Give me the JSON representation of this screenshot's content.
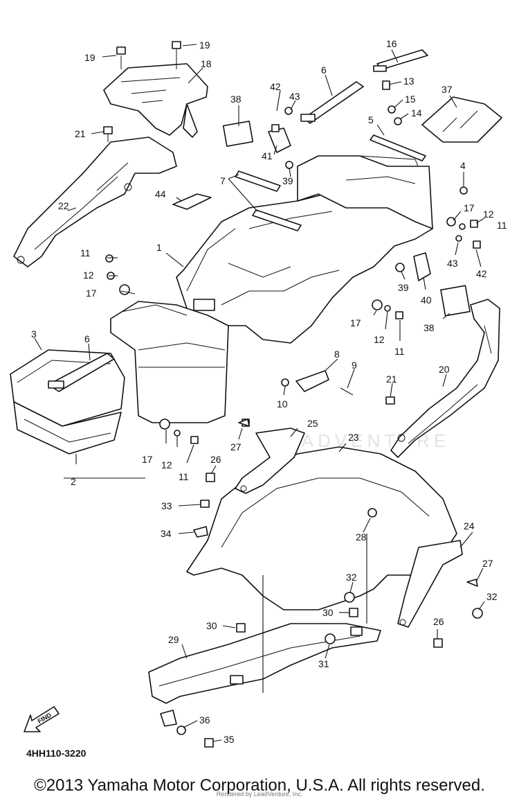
{
  "diagram_code": "4HH110-3220",
  "watermark": "LEADVENTURE",
  "find_label": "FIND",
  "copyright": "©2013 Yamaha Motor Corporation, U.S.A. All rights reserved.",
  "rendered_by": "Rendered by LeadVenture, Inc.",
  "callouts": [
    {
      "id": "c19a",
      "text": "19"
    },
    {
      "id": "c19b",
      "text": "19"
    },
    {
      "id": "c18",
      "text": "18"
    },
    {
      "id": "c21a",
      "text": "21"
    },
    {
      "id": "c22",
      "text": "22"
    },
    {
      "id": "c16",
      "text": "16"
    },
    {
      "id": "c6a",
      "text": "6"
    },
    {
      "id": "c13",
      "text": "13"
    },
    {
      "id": "c42a",
      "text": "42"
    },
    {
      "id": "c43a",
      "text": "43"
    },
    {
      "id": "c15",
      "text": "15"
    },
    {
      "id": "c14",
      "text": "14"
    },
    {
      "id": "c37",
      "text": "37"
    },
    {
      "id": "c38a",
      "text": "38"
    },
    {
      "id": "c5",
      "text": "5"
    },
    {
      "id": "c41",
      "text": "41"
    },
    {
      "id": "c39a",
      "text": "39"
    },
    {
      "id": "c4",
      "text": "4"
    },
    {
      "id": "c7",
      "text": "7"
    },
    {
      "id": "c44",
      "text": "44"
    },
    {
      "id": "c17a",
      "text": "17"
    },
    {
      "id": "c12a",
      "text": "12"
    },
    {
      "id": "c11a",
      "text": "11"
    },
    {
      "id": "c1",
      "text": "1"
    },
    {
      "id": "c43b",
      "text": "43"
    },
    {
      "id": "c42b",
      "text": "42"
    },
    {
      "id": "c11b",
      "text": "11"
    },
    {
      "id": "c12b",
      "text": "12"
    },
    {
      "id": "c17b",
      "text": "17"
    },
    {
      "id": "c39b",
      "text": "39"
    },
    {
      "id": "c40",
      "text": "40"
    },
    {
      "id": "c38b",
      "text": "38"
    },
    {
      "id": "c17c",
      "text": "17"
    },
    {
      "id": "c12c",
      "text": "12"
    },
    {
      "id": "c11c",
      "text": "11"
    },
    {
      "id": "c3",
      "text": "3"
    },
    {
      "id": "c6b",
      "text": "6"
    },
    {
      "id": "c8",
      "text": "8"
    },
    {
      "id": "c9",
      "text": "9"
    },
    {
      "id": "c10",
      "text": "10"
    },
    {
      "id": "c20",
      "text": "20"
    },
    {
      "id": "c21b",
      "text": "21"
    },
    {
      "id": "c2",
      "text": "2"
    },
    {
      "id": "c17d",
      "text": "17"
    },
    {
      "id": "c12d",
      "text": "12"
    },
    {
      "id": "c11d",
      "text": "11"
    },
    {
      "id": "c27a",
      "text": "27"
    },
    {
      "id": "c25",
      "text": "25"
    },
    {
      "id": "c23",
      "text": "23"
    },
    {
      "id": "c26a",
      "text": "26"
    },
    {
      "id": "c33",
      "text": "33"
    },
    {
      "id": "c34",
      "text": "34"
    },
    {
      "id": "c28",
      "text": "28"
    },
    {
      "id": "c24",
      "text": "24"
    },
    {
      "id": "c27b",
      "text": "27"
    },
    {
      "id": "c32a",
      "text": "32"
    },
    {
      "id": "c32b",
      "text": "32"
    },
    {
      "id": "c30a",
      "text": "30"
    },
    {
      "id": "c30b",
      "text": "30"
    },
    {
      "id": "c26b",
      "text": "26"
    },
    {
      "id": "c29",
      "text": "29"
    },
    {
      "id": "c31",
      "text": "31"
    },
    {
      "id": "c36",
      "text": "36"
    },
    {
      "id": "c35",
      "text": "35"
    }
  ]
}
